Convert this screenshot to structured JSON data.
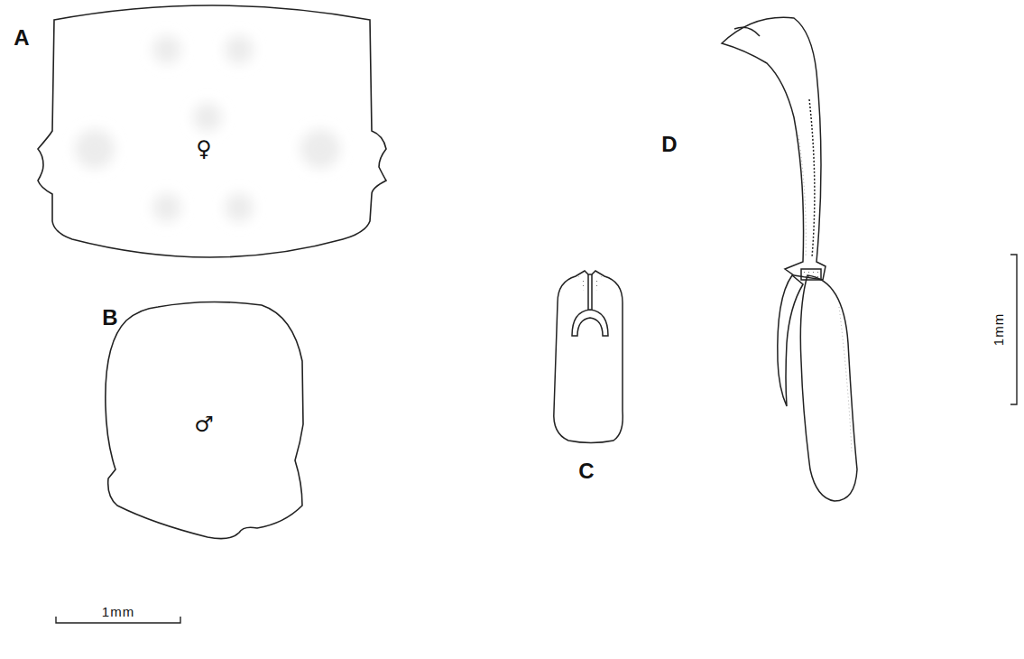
{
  "diagram": {
    "labels": [
      "A",
      "♀",
      "B",
      "♂",
      "C",
      "D",
      "1mm",
      "1mm"
    ]
  }
}
